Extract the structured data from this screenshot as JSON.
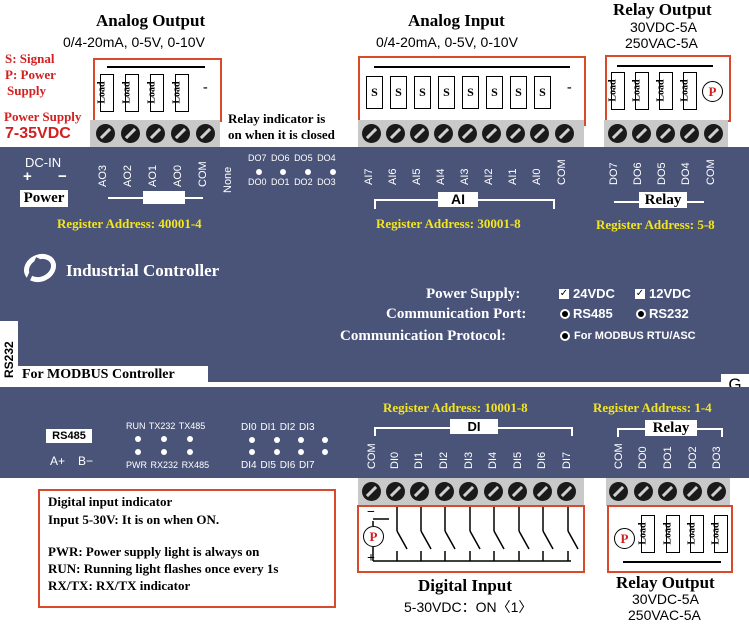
{
  "top": {
    "analog_output_title": "Analog Output",
    "analog_output_range": "0/4-20mA, 0-5V, 0-10V",
    "analog_input_title": "Analog Input",
    "analog_input_range": "0/4-20mA, 0-5V, 0-10V",
    "relay_output_title": "Relay Output",
    "relay_v1": "30VDC-5A",
    "relay_v2": "250VAC-5A",
    "legend_s": "S: Signal",
    "legend_p1": "P: Power",
    "legend_p2": "Supply",
    "power_supply_label": "Power Supply",
    "power_supply_range": "7-35VDC",
    "relay_note_1": "Relay indicator is",
    "relay_note_2": "on when it is closed",
    "load_label": "Load",
    "s_label": "S",
    "p_label": "P",
    "minus": "-"
  },
  "upper_panel": {
    "dcin": "DC-IN",
    "plus": "+",
    "minus": "−",
    "power": "Power",
    "ao_terms": [
      "AO3",
      "AO2",
      "AO1",
      "AO0",
      "COM",
      "None"
    ],
    "do_leds_top": [
      "DO7",
      "DO6",
      "DO5",
      "DO4"
    ],
    "do_leds_bottom": [
      "DO0",
      "DO1",
      "DO2",
      "DO3"
    ],
    "ai_terms": [
      "AI7",
      "AI6",
      "AI5",
      "AI4",
      "AI3",
      "AI2",
      "AI1",
      "AI0",
      "COM"
    ],
    "ai_label": "AI",
    "relay_terms": [
      "DO7",
      "DO6",
      "DO5",
      "DO4",
      "COM"
    ],
    "relay_label": "Relay",
    "reg_ao": "Register Address: 40001-4",
    "reg_ai": "Register Address: 30001-8",
    "reg_relay": "Register Address: 5-8"
  },
  "middle": {
    "brand": "Industrial Controller",
    "power_supply": "Power Supply:",
    "opt_24": "24VDC",
    "opt_12": "12VDC",
    "comm_port": "Communication Port:",
    "opt_rs485": "RS485",
    "opt_rs232": "RS232",
    "comm_protocol": "Communication Protocol:",
    "opt_modbus": "For MODBUS RTU/ASC",
    "rs232": "RS232",
    "modbus_controller": "For MODBUS Controller",
    "g": "G"
  },
  "lower_panel": {
    "rs485": "RS485",
    "a_plus": "A+",
    "b_minus": "B−",
    "led_top": [
      "RUN",
      "TX232",
      "TX485"
    ],
    "led_bottom": [
      "PWR",
      "RX232",
      "RX485"
    ],
    "di_leds_top": [
      "DI0",
      "DI1",
      "DI2",
      "DI3"
    ],
    "di_leds_bottom": [
      "DI4",
      "DI5",
      "DI6",
      "DI7"
    ],
    "reg_di": "Register Address: 10001-8",
    "reg_relay": "Register Address: 1-4",
    "di_label": "DI",
    "relay_label": "Relay",
    "di_terms": [
      "COM",
      "DI0",
      "DI1",
      "DI2",
      "DI3",
      "DI4",
      "DI5",
      "DI6",
      "DI7"
    ],
    "relay_terms": [
      "COM",
      "DO0",
      "DO1",
      "DO2",
      "DO3"
    ]
  },
  "bottom": {
    "note_1": "Digital input indicator",
    "note_2": "Input 5-30V: It is on when ON.",
    "note_3": "PWR: Power supply light is always on",
    "note_4": "RUN: Running light flashes once every 1s",
    "note_5": "RX/TX: RX/TX indicator",
    "di_title": "Digital Input",
    "di_range": "5-30VDC：ON〈1〉",
    "relay_title": "Relay Output",
    "relay_v1": "30VDC-5A",
    "relay_v2": "250VAC-5A",
    "minus": "−",
    "plus": "+",
    "p_label": "P",
    "load_label": "Load"
  }
}
